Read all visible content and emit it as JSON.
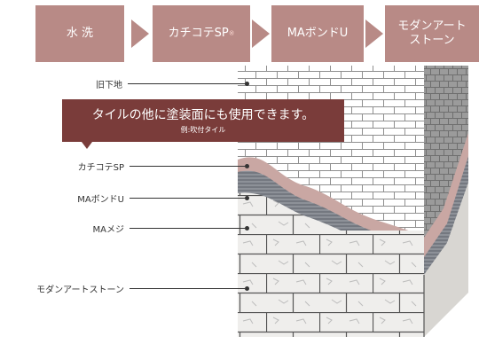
{
  "steps": [
    {
      "label": "水 洗",
      "note": ""
    },
    {
      "label": "カチコテSP",
      "note": "※"
    },
    {
      "label": "MAボンドU",
      "note": ""
    },
    {
      "label": "モダンアート\nストーン",
      "note": ""
    }
  ],
  "callouts": {
    "base": "旧下地",
    "kachikote": "カチコテSP",
    "bond": "MAボンドU",
    "joint": "MAメジ",
    "stone": "モダンアートストーン"
  },
  "banner": {
    "main": "タイルの他に塗装面にも使用できます。",
    "sub": "例:吹付タイル"
  },
  "colors": {
    "step_fill": "#b88a86",
    "banner_fill": "#7a3c3a",
    "text": "#333333"
  }
}
